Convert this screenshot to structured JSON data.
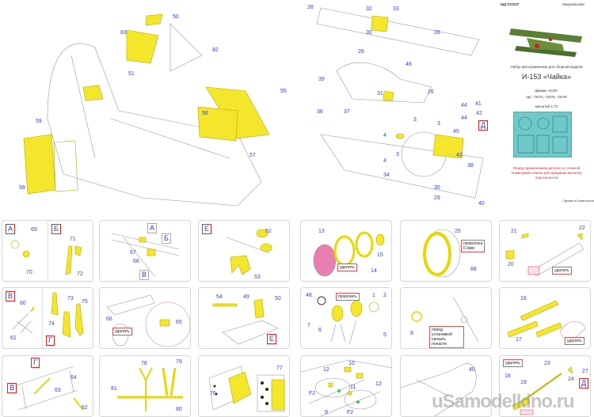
{
  "top_left": {
    "labels": [
      "50",
      "83",
      "51",
      "82",
      "55",
      "56",
      "57",
      "59",
      "58"
    ]
  },
  "top_mid": {
    "labels": [
      "28",
      "32",
      "33",
      "30",
      "28",
      "26",
      "46",
      "39",
      "36",
      "37",
      "31",
      "26",
      "3",
      "3",
      "4",
      "44",
      "41",
      "42",
      "44",
      "45",
      "43",
      "38",
      "34",
      "35",
      "29",
      "40",
      "Д",
      "4",
      "3"
    ]
  },
  "info": {
    "code": "МД 072237",
    "brand": "Микродизайн",
    "subtitle": "Набор фотогравления для сборной модели",
    "title": "И-153 «Чайка»",
    "maker": "фирмы «ICM»",
    "articles": "арт. 72074, 72075, 72076",
    "scale": "масштаб 1:72",
    "warning": "Перед применением детали со сложной геометрией отжечь для придания металлу пластичности",
    "footer": "Сделано в Севастополе"
  },
  "panels": [
    {
      "labels": [
        "А",
        "69",
        "70",
        "Б",
        "71",
        "72"
      ]
    },
    {
      "labels": [
        "А",
        "Б",
        "67",
        "68",
        "В"
      ]
    },
    {
      "labels": [
        "Е",
        "52",
        "53"
      ]
    },
    {
      "labels": [
        "13",
        "15",
        "14"
      ],
      "tag": "удалить"
    },
    {
      "labels": [
        "25",
        "88"
      ],
      "tag": "проволока 0.3мм"
    },
    {
      "labels": [
        "21",
        "22",
        "20"
      ],
      "tag": "удалить"
    },
    {
      "labels": [
        "В",
        "60",
        "61",
        "73",
        "75",
        "74",
        "Г"
      ]
    },
    {
      "labels": [
        "66",
        "65"
      ],
      "tag": "удалить"
    },
    {
      "labels": [
        "54",
        "49",
        "50",
        "Е"
      ]
    },
    {
      "labels": [
        "48",
        "1",
        "2",
        "7",
        "6",
        "5"
      ],
      "tag": "прорезать"
    },
    {
      "labels": [
        "8"
      ],
      "tag": "перед установкой срезать лопасти"
    },
    {
      "labels": [
        "16",
        "17"
      ],
      "tag": "удалить"
    },
    {
      "labels": [
        "Г",
        "64",
        "В",
        "63",
        "62"
      ]
    },
    {
      "labels": [
        "78",
        "79",
        "81",
        "80"
      ]
    },
    {
      "labels": [
        "76",
        "77"
      ]
    },
    {
      "labels": [
        "12",
        "10",
        "F2",
        "11",
        "12",
        "9",
        "F2"
      ]
    },
    {
      "labels": [
        "40"
      ]
    },
    {
      "labels": [
        "23",
        "27",
        "19",
        "24",
        "18",
        "Д"
      ],
      "tag": "удалить"
    }
  ],
  "watermark": "uSamodelkino.ru"
}
